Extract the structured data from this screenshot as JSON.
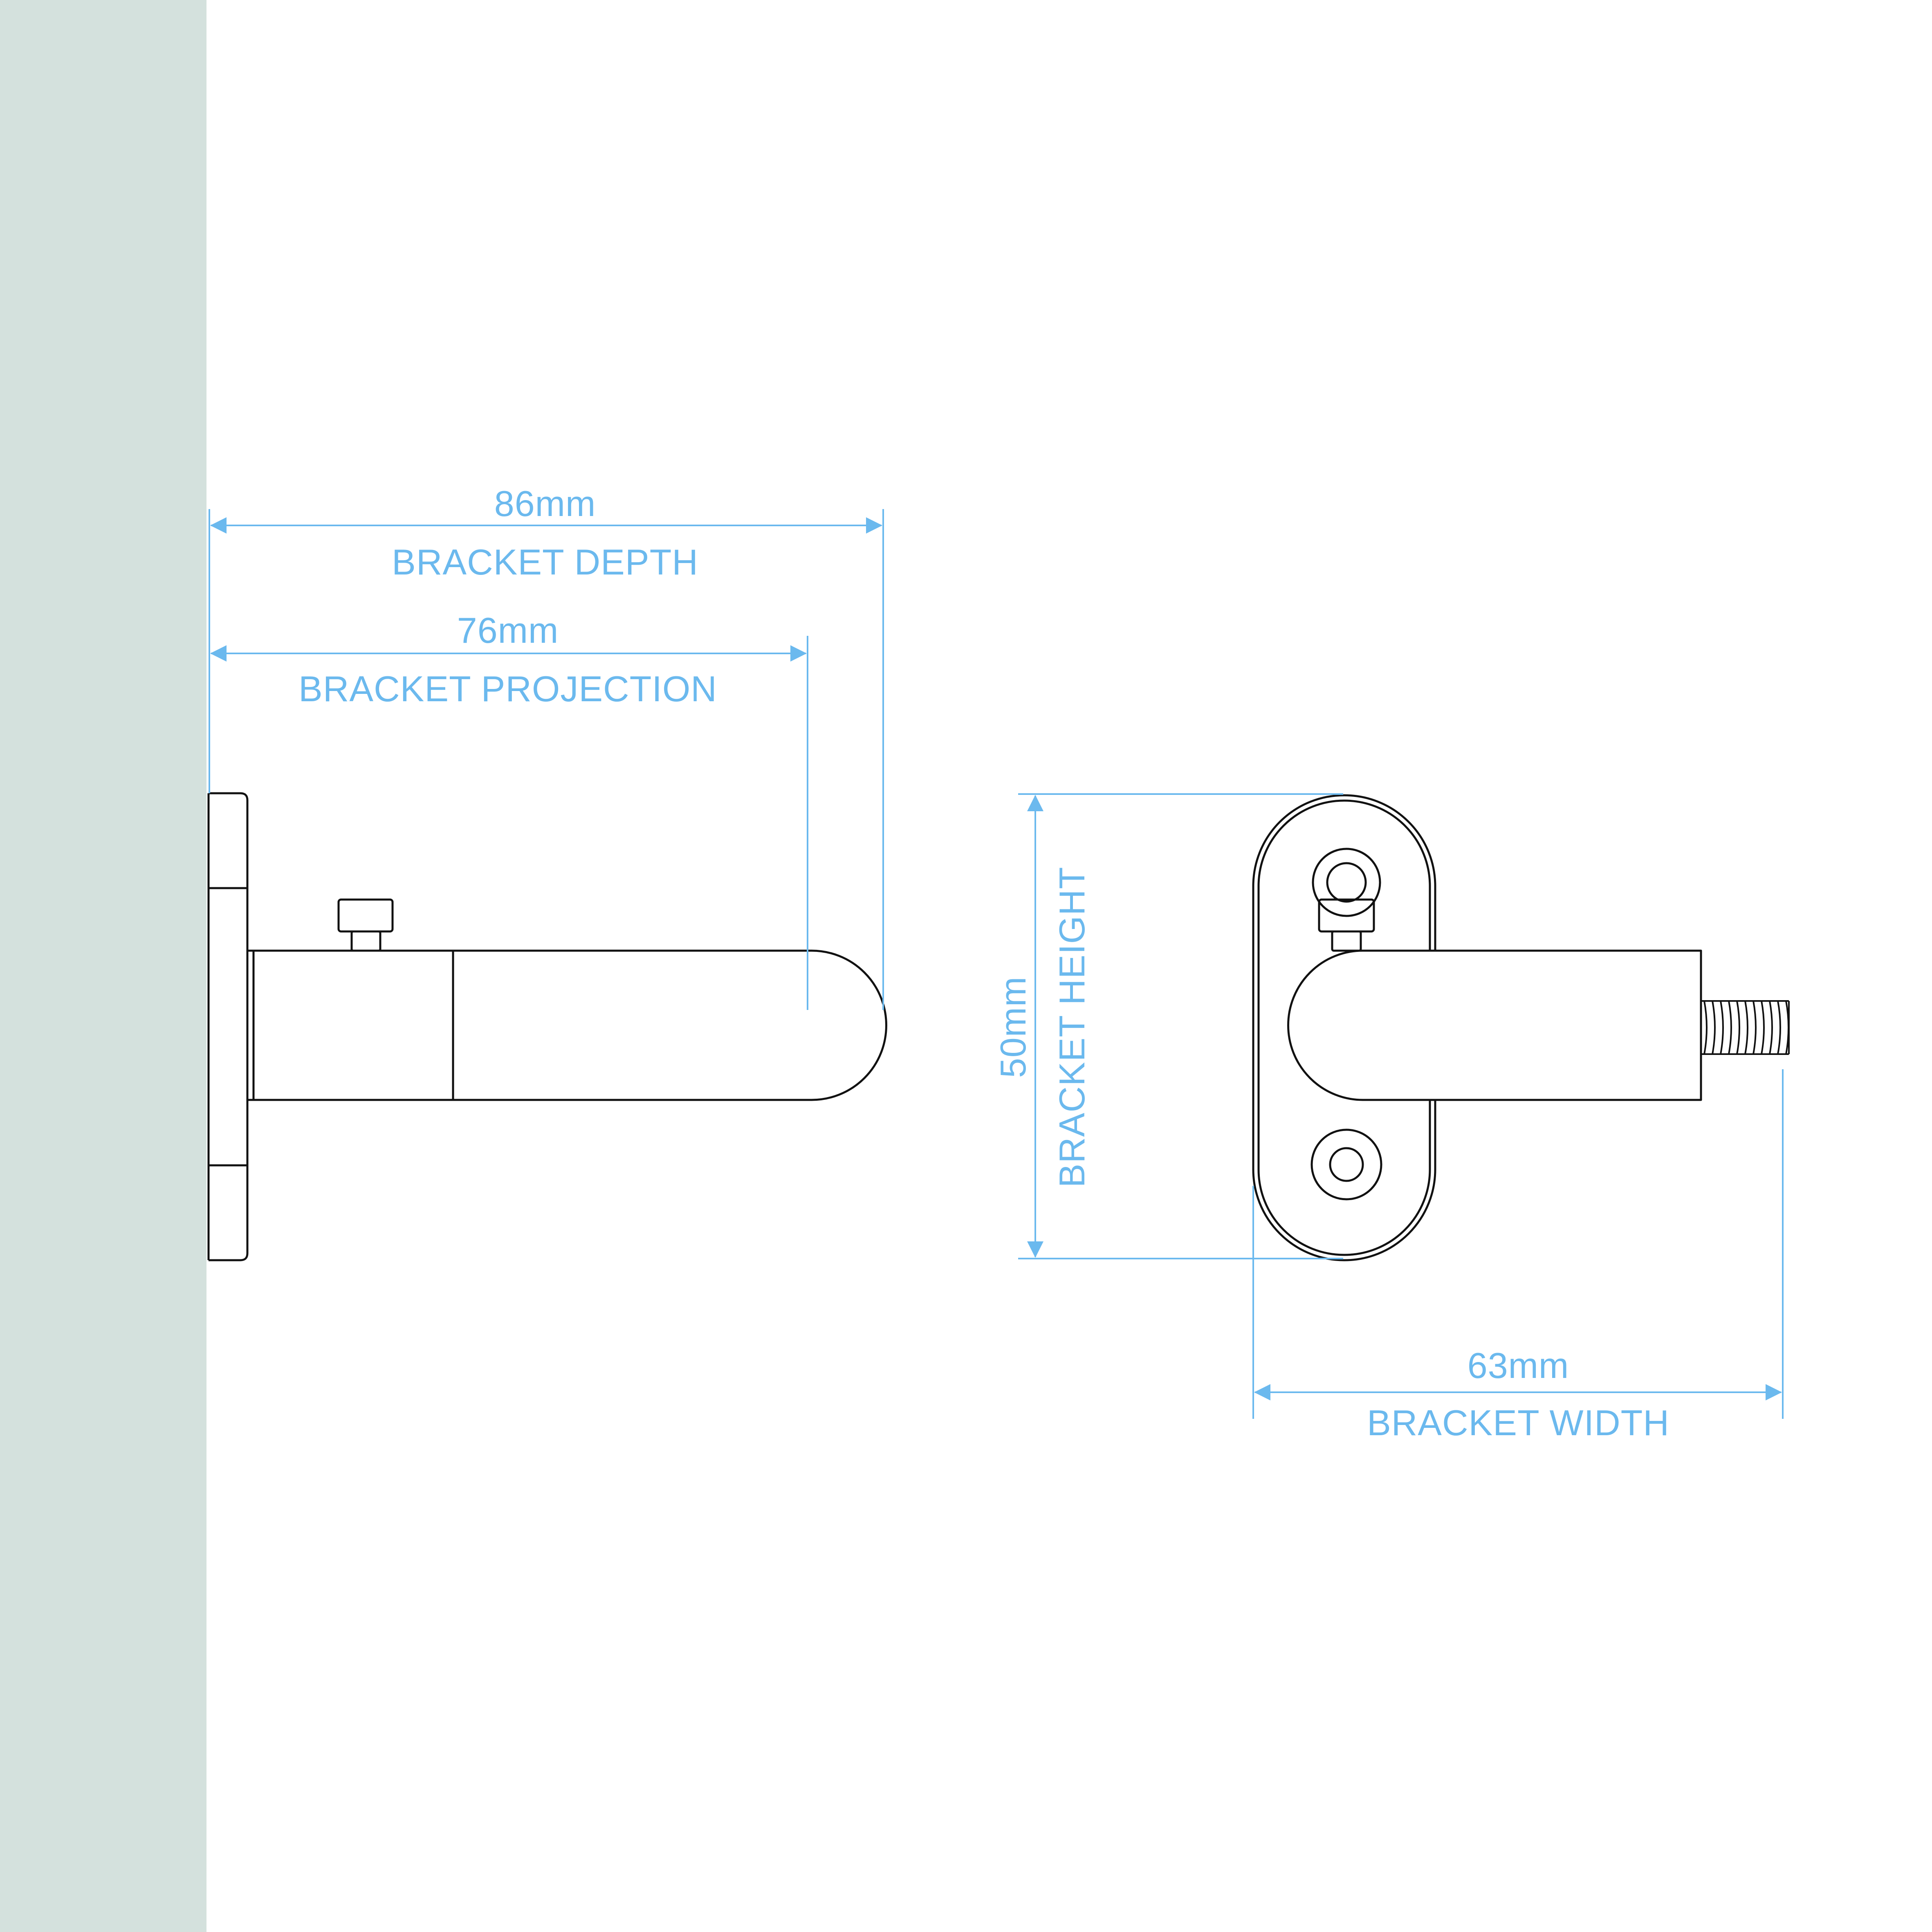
{
  "colors": {
    "wall": "#d4e1dd",
    "dimension": "#6bb9ee",
    "line": "#111111",
    "background": "#ffffff"
  },
  "dimensions": {
    "depth": {
      "value": "86mm",
      "label": "BRACKET DEPTH"
    },
    "projection": {
      "value": "76mm",
      "label": "BRACKET PROJECTION"
    },
    "height": {
      "value": "50mm",
      "label": "BRACKET HEIGHT"
    },
    "width": {
      "value": "63mm",
      "label": "BRACKET WIDTH"
    }
  }
}
